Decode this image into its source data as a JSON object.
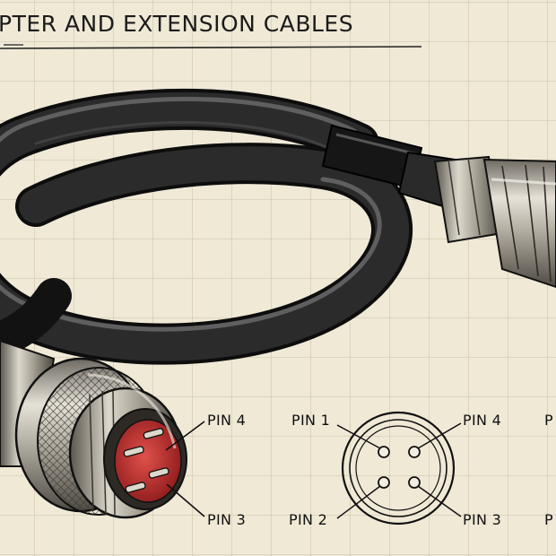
{
  "title": "PTER AND EXTENSION CABLES",
  "labels": {
    "left_connector_pin4": "PIN 4",
    "left_connector_pin3": "PIN 3",
    "pinout_pin1": "PIN 1",
    "pinout_pin4": "PIN 4",
    "pinout_pin2": "PIN 2",
    "pinout_pin3": "PIN 3",
    "edge_top": "P",
    "edge_bottom": "P"
  },
  "colors": {
    "paper": "#efe9d6",
    "grid": "#cfc6ad",
    "cable": "#1c1c1c",
    "metal": "#b9b4a8",
    "insert": "#b3282a"
  }
}
